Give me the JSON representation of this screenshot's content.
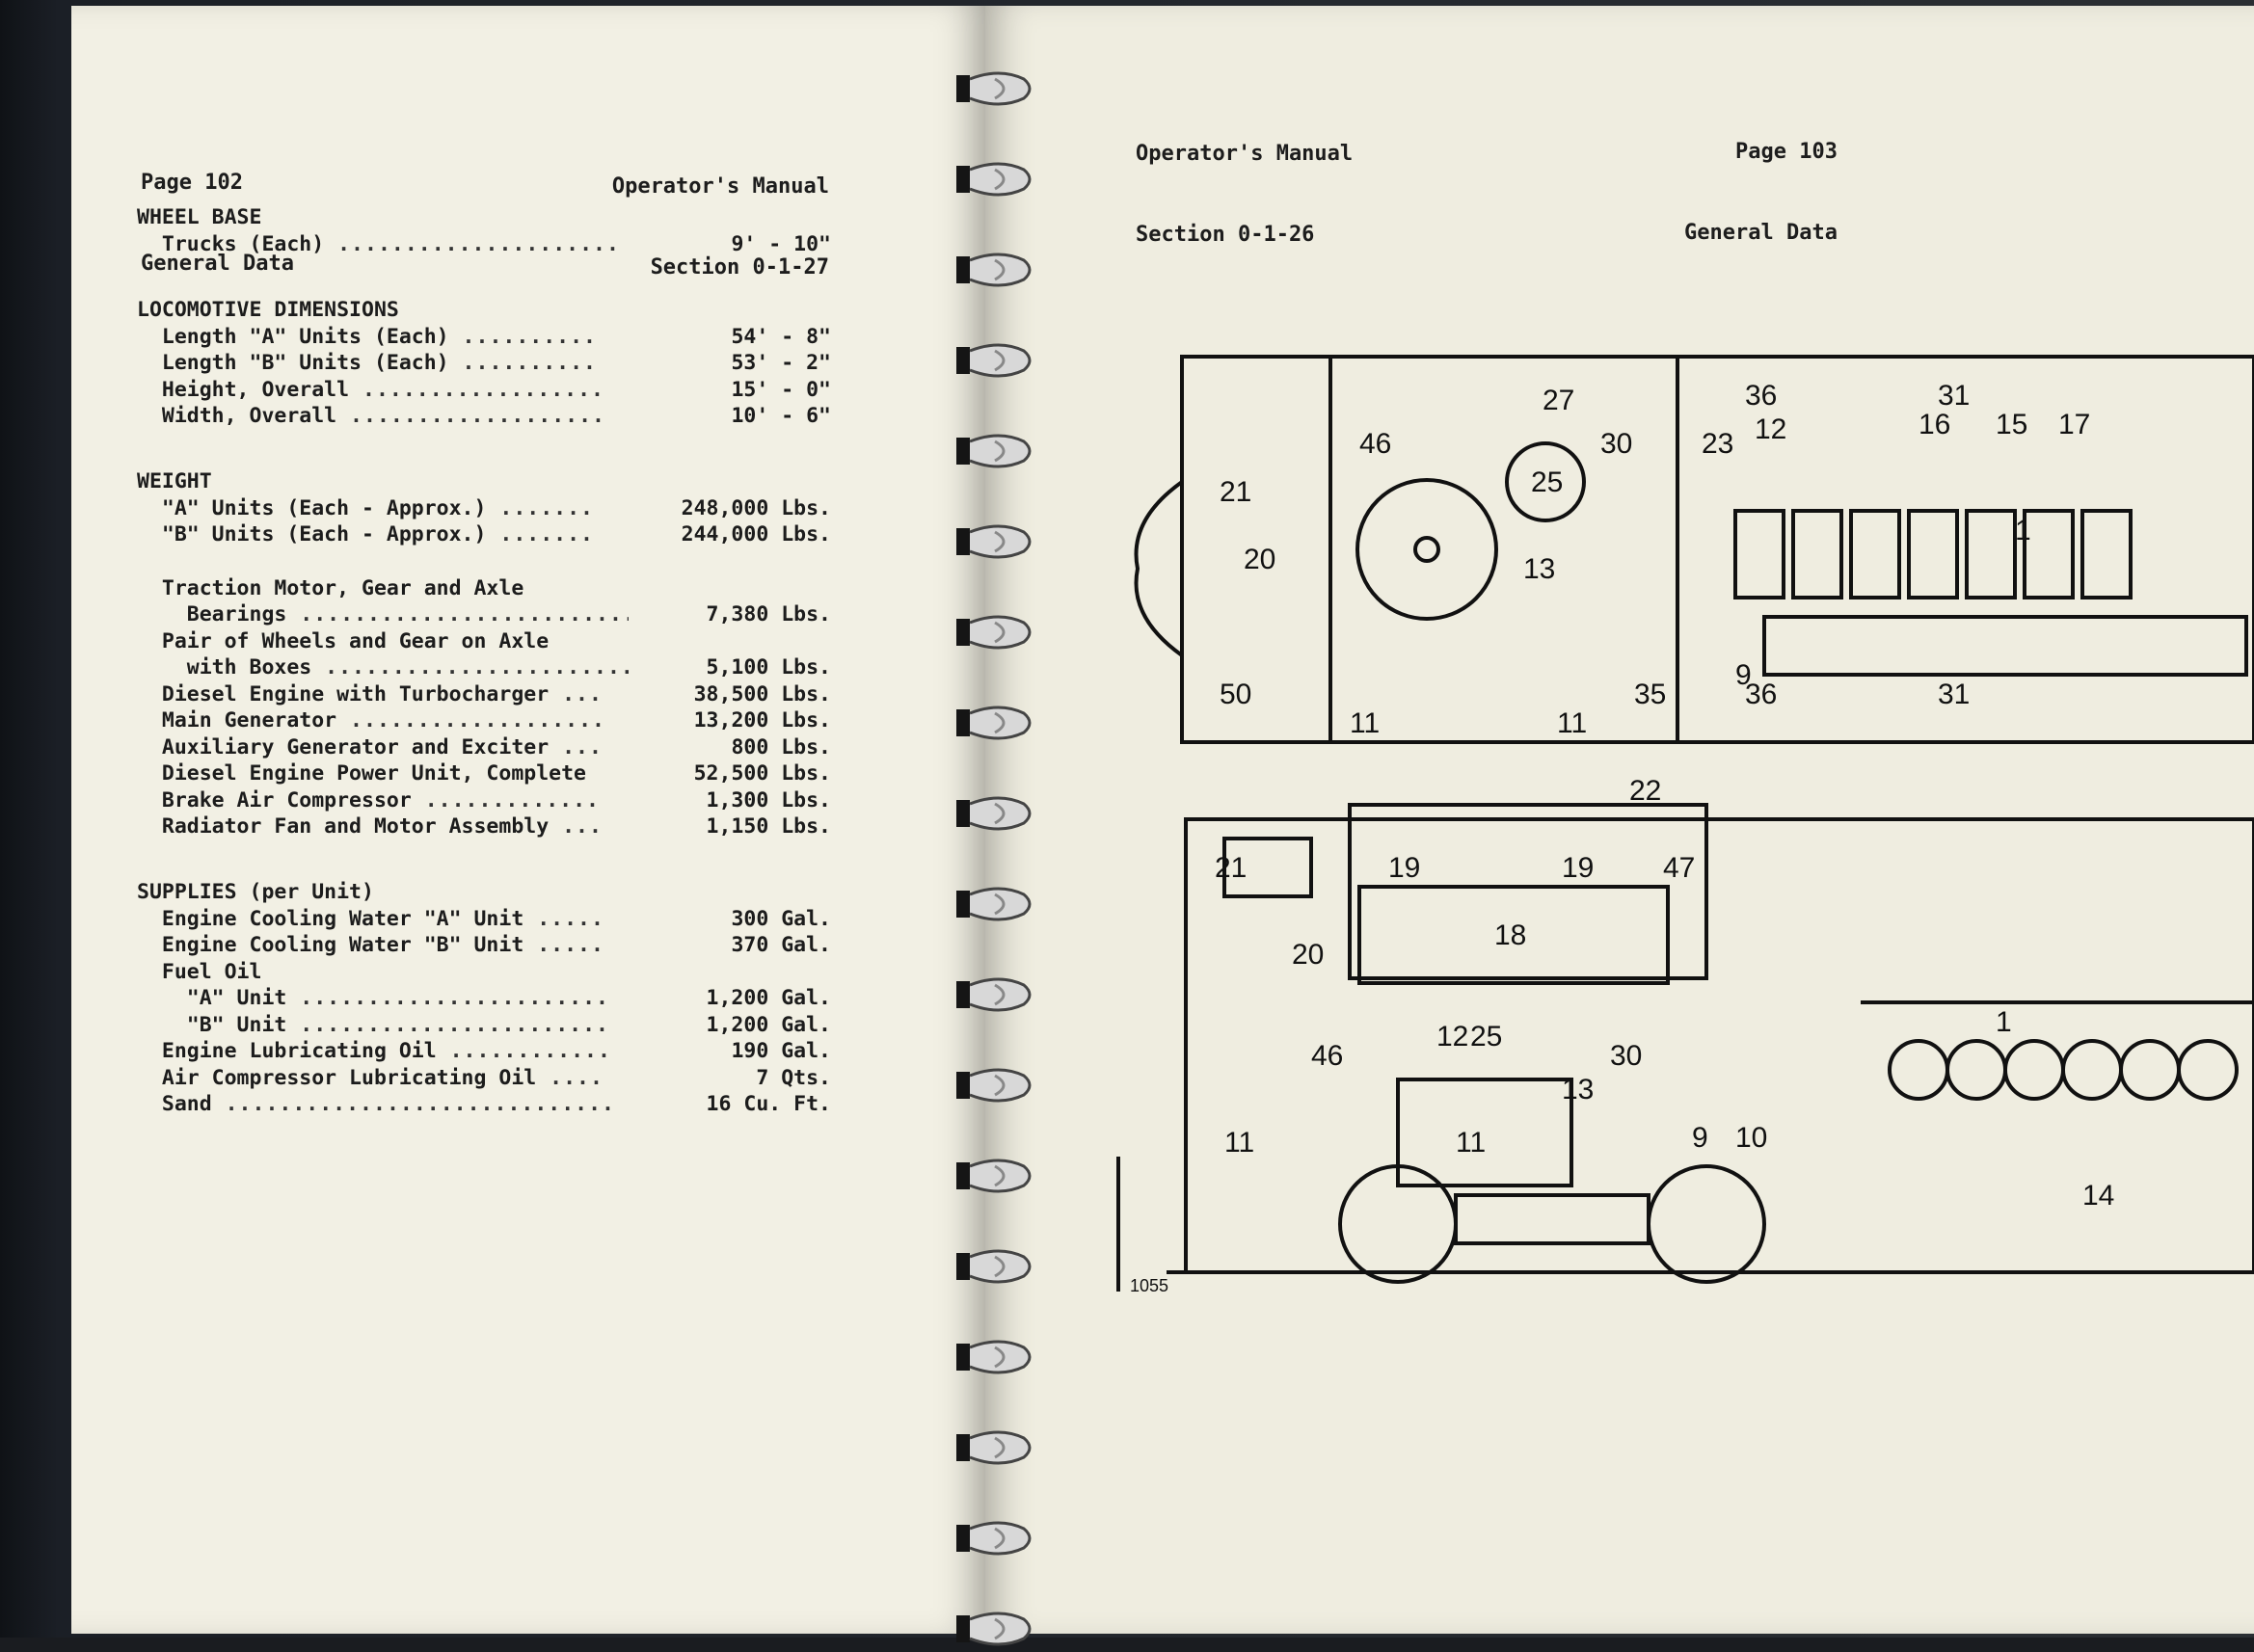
{
  "left_page": {
    "header_left": [
      "Page 102",
      "General Data"
    ],
    "header_right": [
      "Operator's Manual",
      "Section 0-1-27"
    ],
    "sections": [
      {
        "title": "WHEEL BASE",
        "rows": [
          {
            "label": "  Trucks (Each)",
            "dots": " .....................",
            "value": "9' - 10\""
          }
        ]
      },
      {
        "title": "LOCOMOTIVE DIMENSIONS",
        "rows": [
          {
            "label": "  Length \"A\" Units (Each)",
            "dots": " ..........",
            "value": "54' - 8\""
          },
          {
            "label": "  Length \"B\" Units (Each)",
            "dots": " ..........",
            "value": "53' - 2\""
          },
          {
            "label": "  Height, Overall",
            "dots": " ..................",
            "value": "15' - 0\""
          },
          {
            "label": "  Width, Overall",
            "dots": " ...................",
            "value": "10' - 6\""
          }
        ]
      },
      {
        "title": "WEIGHT",
        "rows": [
          {
            "label": "  \"A\" Units (Each - Approx.)",
            "dots": " .......",
            "value": "248,000 Lbs."
          },
          {
            "label": "  \"B\" Units (Each - Approx.)",
            "dots": " .......",
            "value": "244,000 Lbs."
          },
          {
            "label": "",
            "dots": "",
            "value": ""
          },
          {
            "label": "  Traction Motor, Gear and Axle",
            "dots": "",
            "value": ""
          },
          {
            "label": "    Bearings",
            "dots": " .........................",
            "value": "7,380 Lbs."
          },
          {
            "label": "  Pair of Wheels and Gear on Axle",
            "dots": "",
            "value": ""
          },
          {
            "label": "    with Boxes",
            "dots": " .......................",
            "value": "5,100 Lbs."
          },
          {
            "label": "  Diesel Engine with Turbocharger",
            "dots": " ...",
            "value": "38,500 Lbs."
          },
          {
            "label": "  Main Generator",
            "dots": " ...................",
            "value": "13,200 Lbs."
          },
          {
            "label": "  Auxiliary Generator and Exciter",
            "dots": " ...",
            "value": "800 Lbs."
          },
          {
            "label": "  Diesel Engine Power Unit, Complete",
            "dots": "",
            "value": "52,500 Lbs."
          },
          {
            "label": "  Brake Air Compressor",
            "dots": " .............",
            "value": "1,300 Lbs."
          },
          {
            "label": "  Radiator Fan and Motor Assembly",
            "dots": " ...",
            "value": "1,150 Lbs."
          }
        ]
      },
      {
        "title": "SUPPLIES (per Unit)",
        "rows": [
          {
            "label": "  Engine Cooling Water \"A\" Unit",
            "dots": " .....",
            "value": "300 Gal."
          },
          {
            "label": "  Engine Cooling Water \"B\" Unit",
            "dots": " .....",
            "value": "370 Gal."
          },
          {
            "label": "  Fuel Oil",
            "dots": "",
            "value": ""
          },
          {
            "label": "    \"A\" Unit",
            "dots": " .......................",
            "value": "1,200 Gal."
          },
          {
            "label": "    \"B\" Unit",
            "dots": " .......................",
            "value": "1,200 Gal."
          },
          {
            "label": "  Engine Lubricating Oil",
            "dots": " ............",
            "value": "190 Gal."
          },
          {
            "label": "  Air Compressor Lubricating Oil",
            "dots": " ....",
            "value": "7 Qts."
          },
          {
            "label": "  Sand",
            "dots": " .............................",
            "value": "16 Cu. Ft."
          }
        ]
      }
    ]
  },
  "right_page": {
    "header_left": [
      "Operator's Manual",
      "Section 0-1-26"
    ],
    "header_right": [
      "Page 103",
      "General Data"
    ],
    "figure_id": "1055",
    "plan_labels": [
      "27",
      "30",
      "36",
      "31",
      "46",
      "25",
      "23",
      "12",
      "16",
      "15",
      "17",
      "21",
      "1",
      "20",
      "13",
      "9",
      "50",
      "11",
      "11",
      "35",
      "36",
      "31"
    ],
    "elevation_labels": [
      "22",
      "21",
      "19",
      "19",
      "47",
      "20",
      "18",
      "1",
      "12",
      "25",
      "46",
      "30",
      "13",
      "11",
      "11",
      "9",
      "10",
      "14"
    ]
  }
}
